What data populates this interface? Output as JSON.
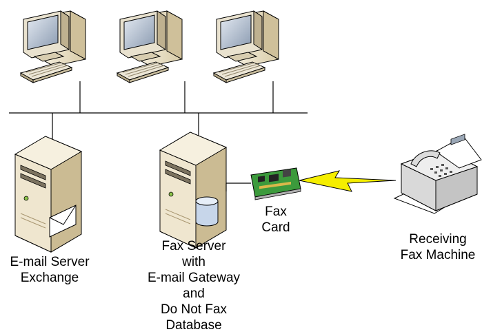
{
  "colors": {
    "line": "#000000",
    "case_light": "#f3ecd9",
    "case_mid": "#ddd0ae",
    "case_dark": "#a89670",
    "monitor_screen": "#b8c4d4",
    "card_green": "#3c9a3c",
    "lightning": "#f5ee00",
    "fax_body": "#e8e8e8"
  },
  "icons": {
    "workstation": "desktop-computer-icon",
    "email_server": "email-server-icon",
    "fax_server": "fax-server-icon",
    "fax_card": "fax-card-icon",
    "link": "lightning-bolt-icon",
    "fax_machine": "fax-machine-icon"
  },
  "labels": {
    "email_server": [
      "E-mail Server",
      "Exchange"
    ],
    "fax_server": [
      "Fax Server",
      "with",
      "E-mail Gateway",
      "and",
      "Do Not Fax",
      "Database"
    ],
    "fax_card": [
      "Fax",
      "Card"
    ],
    "fax_machine": [
      "Receiving",
      "Fax Machine"
    ]
  }
}
